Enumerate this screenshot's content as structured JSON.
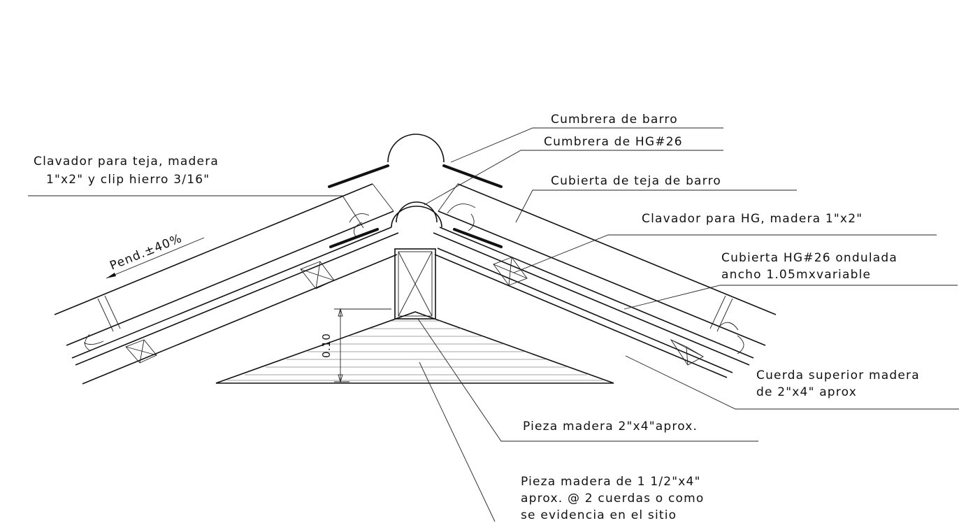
{
  "labels": {
    "cumbrera_barro": "Cumbrera de barro",
    "cumbrera_hg": "Cumbrera de HG#26",
    "cubierta_teja": "Cubierta de teja de barro",
    "clavador_teja_1": "Clavador para teja, madera",
    "clavador_teja_2": "1\"x2\" y clip hierro 3/16\"",
    "clavador_hg": "Clavador para HG, madera 1\"x2\"",
    "cubierta_hg_1": "Cubierta HG#26 ondulada",
    "cubierta_hg_2": "ancho 1.05mxvariable",
    "cuerda_1": "Cuerda superior madera",
    "cuerda_2": "de 2\"x4\" aprox",
    "pieza_2x4": "Pieza madera 2\"x4\"aprox.",
    "pieza_15_1": "Pieza madera de 1 1/2\"x4\"",
    "pieza_15_2": "aprox. @ 2 cuerdas o como",
    "pieza_15_3": "se evidencia en el sitio",
    "pendiente": "Pend.±40%",
    "dimension": "0.10"
  }
}
